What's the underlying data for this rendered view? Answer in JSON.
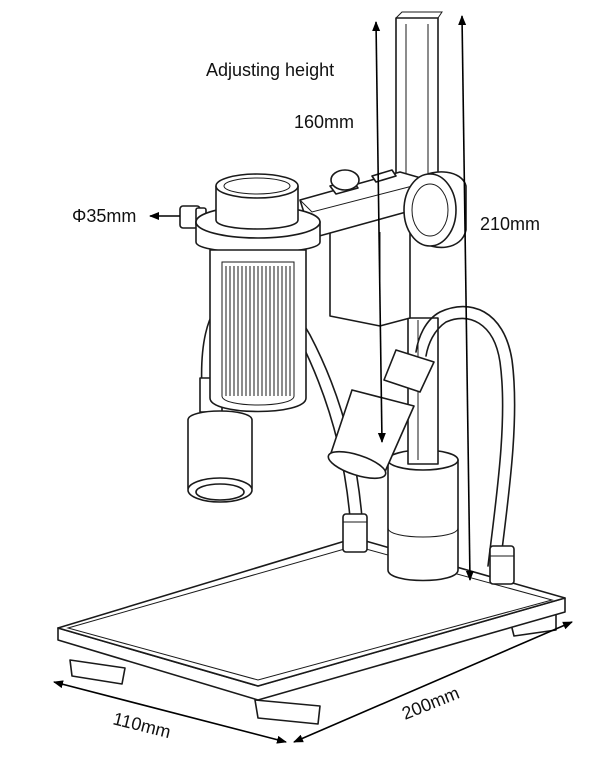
{
  "labels": {
    "adjusting_height": "Adjusting height",
    "height_travel": "160mm",
    "total_height": "210mm",
    "lens_diameter": "Φ35mm",
    "base_width": "110mm",
    "base_depth": "200mm"
  },
  "colors": {
    "line": "#1a1a1a",
    "fill": "#ffffff",
    "text": "#111111"
  }
}
